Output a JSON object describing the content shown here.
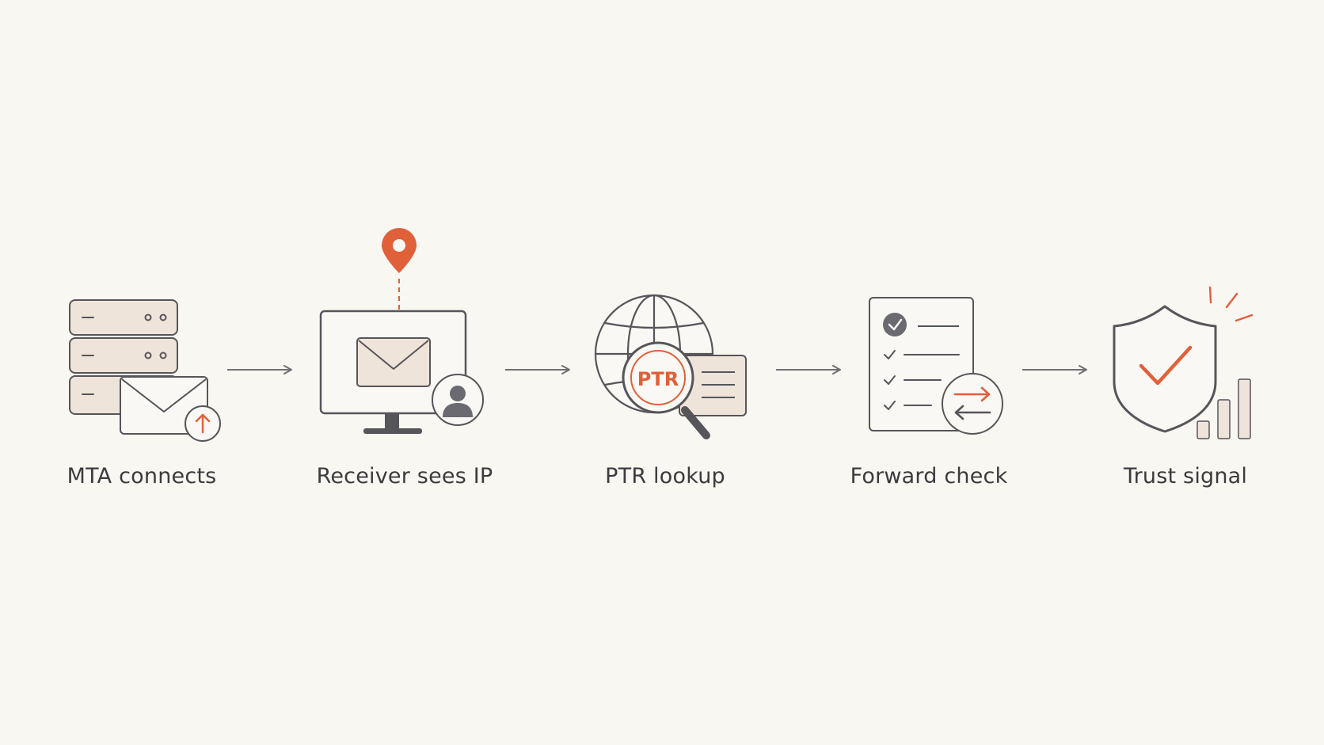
{
  "diagram": {
    "steps": [
      {
        "label": "MTA connects",
        "icon": "server-mail-upload-icon"
      },
      {
        "label": "Receiver sees IP",
        "icon": "monitor-location-user-icon"
      },
      {
        "label": "PTR lookup",
        "icon": "globe-magnifier-icon",
        "badge": "PTR"
      },
      {
        "label": "Forward check",
        "icon": "checklist-swap-icon"
      },
      {
        "label": "Trust signal",
        "icon": "shield-check-icon"
      }
    ],
    "colors": {
      "background": "#f9f7f2",
      "stroke": "#55555a",
      "accent": "#e0603a",
      "fill": "#efe4da",
      "text": "#3b3b3e"
    }
  }
}
